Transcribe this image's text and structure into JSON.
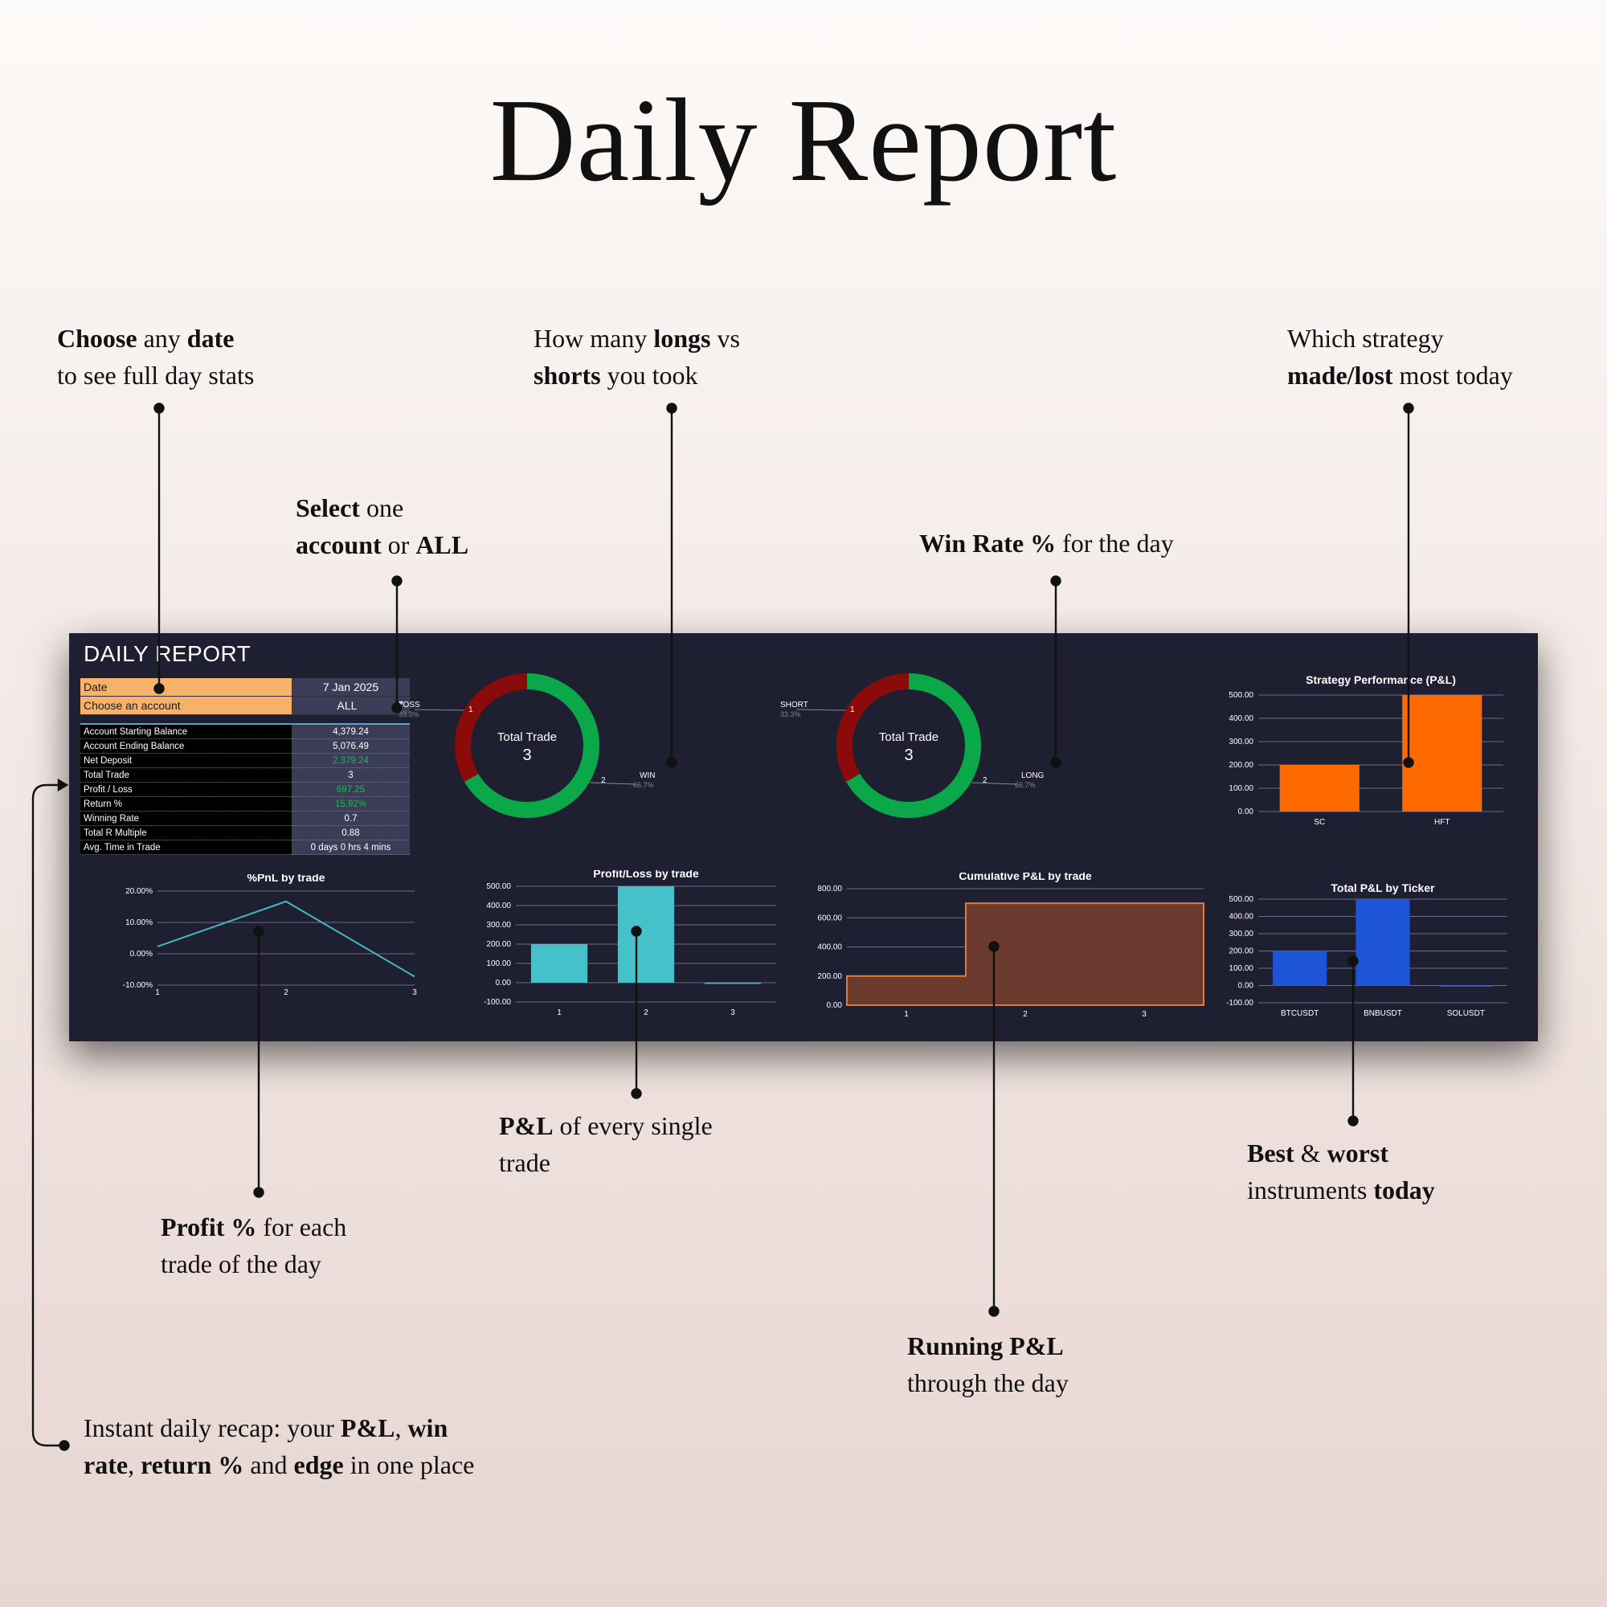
{
  "page_title": "Daily Report",
  "callouts": {
    "date": {
      "p1_bold": "Choose",
      "p2": " any ",
      "p3_bold": "date",
      "line2": "to see full day stats"
    },
    "account": {
      "p1_bold": "Select",
      "p2": " one",
      "p3_bold": "account",
      "p4": " or ",
      "p5_bold": "ALL"
    },
    "longs_shorts": {
      "p1": "How many ",
      "p2_bold": "longs",
      "p3": " vs",
      "p4_bold": "shorts",
      "p5": " you took"
    },
    "win_rate": {
      "p1_bold": "Win Rate %",
      "p2": " for the day"
    },
    "strategy": {
      "p1": "Which strategy",
      "p2_bold": "made/lost",
      "p3": " most today"
    },
    "profit_pct": {
      "p1_bold": "Profit %",
      "p2": " for each",
      "line2": "trade of the day"
    },
    "pnl_trade": {
      "p1_bold": "P&L",
      "p2": " of every single",
      "line2": "trade"
    },
    "running": {
      "p1_bold": "Running P&L",
      "line2": "through the day"
    },
    "best_worst": {
      "p1_bold": "Best",
      "p2": " & ",
      "p3_bold": "worst",
      "p4": "instruments ",
      "p5_bold": "today"
    },
    "recap": {
      "p1": "Instant daily recap: your ",
      "p2_bold": "P&L",
      "p3": ", ",
      "p4_bold": "win",
      "p5_bold": "rate",
      "p6": ", ",
      "p7_bold": "return %",
      "p8": " and ",
      "p9_bold": "edge",
      "p10": " in one place"
    }
  },
  "dashboard": {
    "title": "DAILY REPORT",
    "selectors": [
      {
        "label": "Date",
        "value": "7 Jan 2025"
      },
      {
        "label": "Choose an account",
        "value": "ALL"
      }
    ],
    "stats": [
      {
        "label": "Account Starting Balance",
        "value": "4,379.24"
      },
      {
        "label": "Account Ending Balance",
        "value": "5,076.49"
      },
      {
        "label": "Net Deposit",
        "value": "2,379.24"
      },
      {
        "label": "Total Trade",
        "value": "3"
      },
      {
        "label": "Profit / Loss",
        "value": "697.25"
      },
      {
        "label": "Return %",
        "value": "15.92%"
      },
      {
        "label": "Winning Rate",
        "value": "0.7"
      },
      {
        "label": "Total R Multiple",
        "value": "0.88"
      },
      {
        "label": "Avg. Time in Trade",
        "value": "0 days 0 hrs 4 mins"
      }
    ],
    "colors": {
      "bg": "#1e2032",
      "orange_label": "#f6b26b",
      "value_cell": "#3a3d55",
      "positive": "#1db954",
      "donut_green": "#0ba84a",
      "donut_red": "#8b0a0a",
      "strategy_bar": "#ff6a00",
      "pnl_bar": "#45c1c9",
      "cumulative": "#6b3a2e",
      "cumulative_line": "#e07a3a",
      "ticker_bar": "#1e54d6",
      "line": "#45b7c3"
    }
  },
  "chart_data": [
    {
      "type": "pie",
      "title": "",
      "center_label": "Total Trade",
      "center_value": "3",
      "slices": [
        {
          "name": "WIN",
          "value": 2,
          "pct": "66.7%"
        },
        {
          "name": "LOSS",
          "value": 1,
          "pct": "33.3%"
        }
      ]
    },
    {
      "type": "pie",
      "title": "",
      "center_label": "Total Trade",
      "center_value": "3",
      "slices": [
        {
          "name": "LONG",
          "value": 2,
          "pct": "66.7%"
        },
        {
          "name": "SHORT",
          "value": 1,
          "pct": "33.3%"
        }
      ]
    },
    {
      "type": "bar",
      "title": "Strategy Performance (P&L)",
      "categories": [
        "SC",
        "HFT"
      ],
      "values": [
        200,
        500
      ],
      "ylim": [
        0,
        500
      ],
      "yticks": [
        "500.00",
        "400.00",
        "300.00",
        "200.00",
        "100.00",
        "0.00"
      ]
    },
    {
      "type": "line",
      "title": "%PnL by trade",
      "x": [
        "1",
        "2",
        "3"
      ],
      "values": [
        2.3,
        16.7,
        -7.3
      ],
      "ylim": [
        -10,
        20
      ],
      "yticks": [
        "20.00%",
        "10.00%",
        "0.00%",
        "-10.00%"
      ]
    },
    {
      "type": "bar",
      "title": "Profit/Loss by trade",
      "categories": [
        "1",
        "2",
        "3"
      ],
      "values": [
        200,
        500,
        -5
      ],
      "ylim": [
        -100,
        500
      ],
      "yticks": [
        "500.00",
        "400.00",
        "300.00",
        "200.00",
        "100.00",
        "0.00",
        "-100.00"
      ]
    },
    {
      "type": "area",
      "title": "Cumulative P&L by trade",
      "x": [
        "1",
        "2",
        "3"
      ],
      "values": [
        200,
        700,
        700
      ],
      "ylim": [
        0,
        800
      ],
      "yticks": [
        "800.00",
        "600.00",
        "400.00",
        "200.00",
        "0.00"
      ]
    },
    {
      "type": "bar",
      "title": "Total P&L by Ticker",
      "categories": [
        "BTCUSDT",
        "BNBUSDT",
        "SOLUSDT"
      ],
      "values": [
        200,
        500,
        -5
      ],
      "ylim": [
        -100,
        500
      ],
      "yticks": [
        "500.00",
        "400.00",
        "300.00",
        "200.00",
        "100.00",
        "0.00",
        "-100.00"
      ]
    }
  ]
}
